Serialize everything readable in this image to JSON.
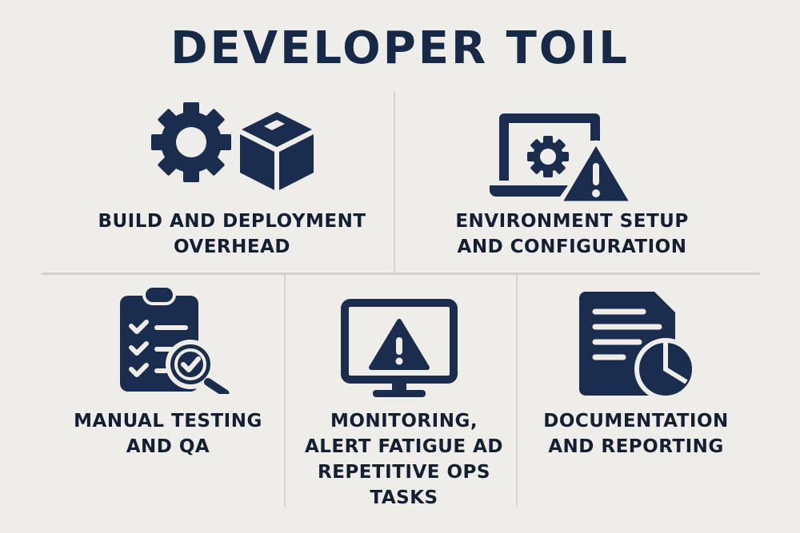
{
  "title": "DEVELOPER TOIL",
  "colors": {
    "background": "#efede9",
    "icon": "#1b2d4e",
    "text": "#131f33",
    "divider": "#d6d4d0"
  },
  "sections": [
    {
      "id": "build",
      "label": "BUILD AND DEPLOYMENT\nOVERHEAD",
      "icons": [
        "gear-icon",
        "box-icon"
      ]
    },
    {
      "id": "environment",
      "label": "ENVIRONMENT SETUP\nAND CONFIGURATION",
      "icons": [
        "laptop-gear-warning-icon"
      ]
    },
    {
      "id": "testing",
      "label": "MANUAL TESTING\nAND QA",
      "icons": [
        "clipboard-checklist-magnifier-icon"
      ]
    },
    {
      "id": "monitoring",
      "label": "MONITORING,\nALERT FATIGUE  AD\nREPETITIVE OPS\nTASKS",
      "icons": [
        "monitor-warning-icon"
      ]
    },
    {
      "id": "documentation",
      "label": "DOCUMENTATION\nAND REPORTING",
      "icons": [
        "document-pie-chart-icon"
      ]
    }
  ]
}
